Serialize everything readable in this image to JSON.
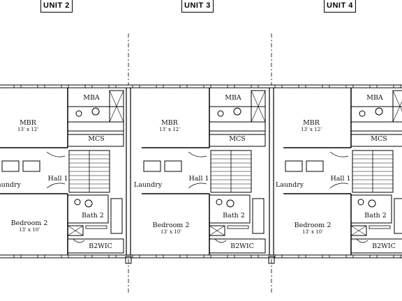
{
  "units": [
    "UNIT 2",
    "UNIT 3",
    "UNIT 4"
  ],
  "rooms": {
    "mba": "MBA",
    "mbr": "MBR",
    "mbr_dim": "13' x 12'",
    "mcs": "MCS",
    "laundry": "Laundry",
    "laundry_cut": "aundry",
    "hall": "Hall 1",
    "bath2": "Bath 2",
    "bedroom2": "Bedroom 2",
    "bedroom2_dim": "13' x 10'",
    "b2wic": "B2WIC"
  }
}
